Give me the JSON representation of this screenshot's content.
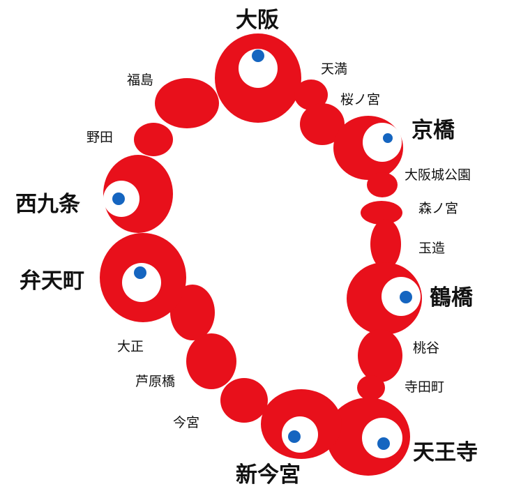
{
  "map": {
    "line_color": "#e8101b",
    "dot_color": "#1565c0",
    "stations": {
      "osaka": "大阪",
      "tenma": "天満",
      "sakuranomiya": "桜ノ宮",
      "kyobashi": "京橋",
      "osakajokoen": "大阪城公園",
      "morinomiya": "森ノ宮",
      "tamatsukuri": "玉造",
      "tsuruhashi": "鶴橋",
      "momodani": "桃谷",
      "teradacho": "寺田町",
      "tennoji": "天王寺",
      "shinimamiya": "新今宮",
      "imamiya": "今宮",
      "ashiharabashi": "芦原橋",
      "taisho": "大正",
      "bentencho": "弁天町",
      "nishikujo": "西九条",
      "noda": "野田",
      "fukushima": "福島"
    }
  }
}
